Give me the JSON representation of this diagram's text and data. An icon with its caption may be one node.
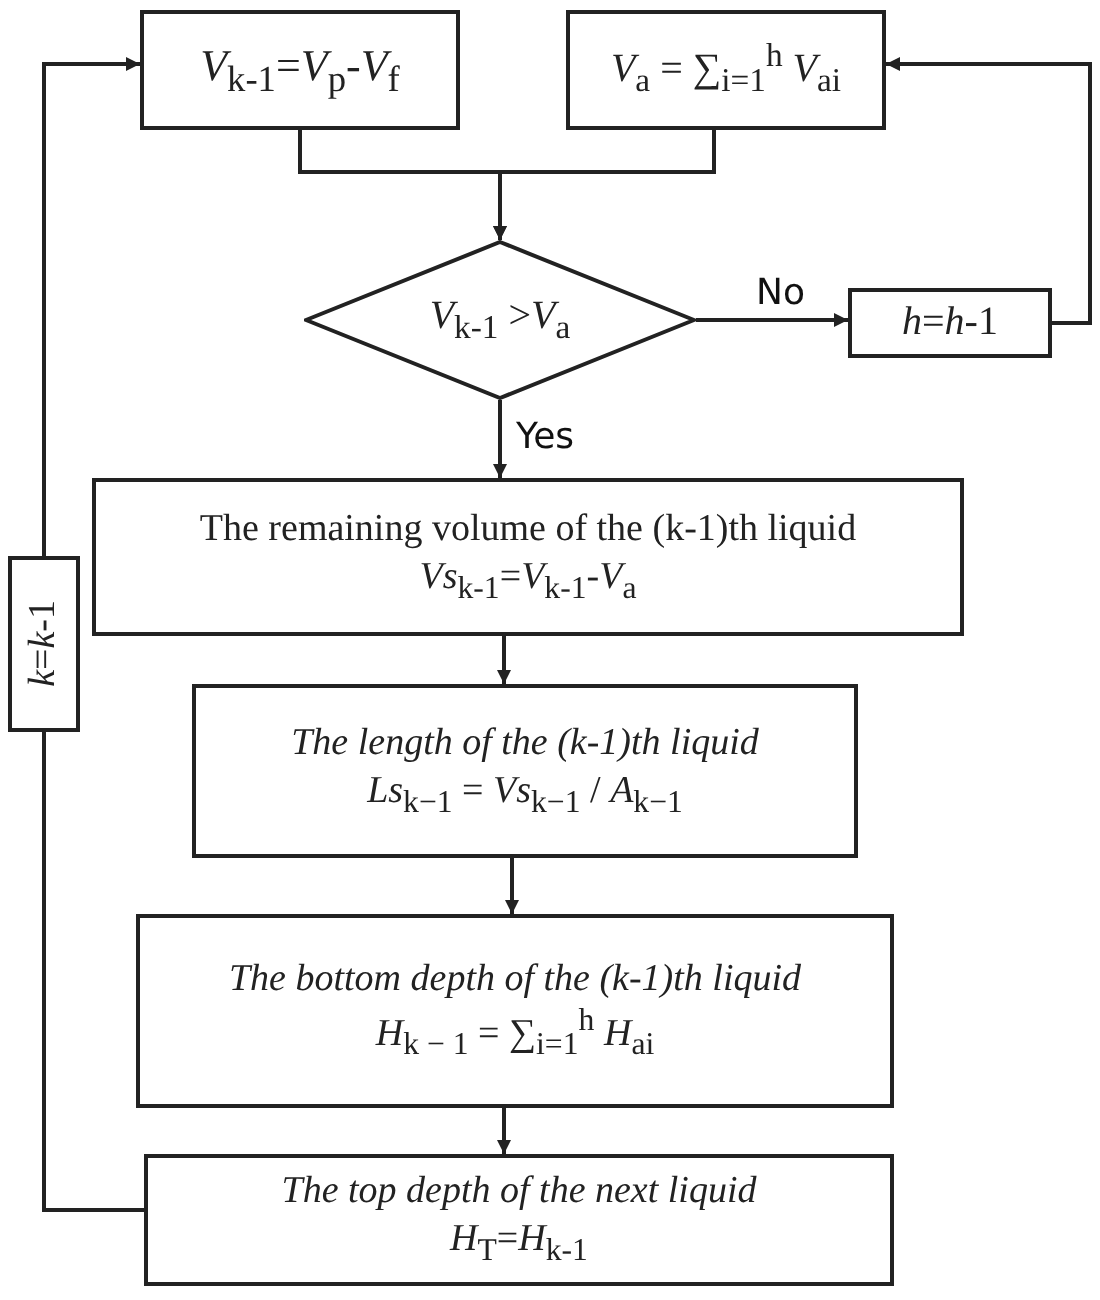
{
  "diagram": {
    "nodes": [
      {
        "text": [
          "*V*$_{k-1}$=*V*$_{p}$-*V*$_{f}$"
        ]
      },
      {
        "text": [
          "*V*$_{a}$ = ∑$_{i=1}$$^{h}$ *V*$_{ai}$"
        ]
      },
      {
        "text": [
          "*V*$_{k-1}$ >*V*$_{a}$"
        ]
      },
      {
        "text": [
          "*h*=*h*-1"
        ]
      },
      {
        "text": [
          "The remaining volume of the (k-1)th liquid",
          "*Vs*$_{k-1}$=*V*$_{k-1}$-*V*$_{a}$"
        ]
      },
      {
        "text": [
          "The length of the (k-1)th liquid",
          "*Ls*$_{k−1}$ = *Vs*$_{k−1}$ / *A*$_{k−1}$"
        ]
      },
      {
        "text": [
          "The bottom depth of the (k-1)th liquid",
          "*H*$_{k − 1}$ = ∑$_{i=1}$$^{h}$ *H*$_{ai}$"
        ]
      },
      {
        "text": [
          "The top depth of the next liquid",
          "*H*$_{T}$=*H*$_{k-1}$"
        ]
      },
      {
        "text": [
          "*k*=*k*-1"
        ]
      }
    ],
    "edges": [
      {
        "from": 0,
        "to": 2,
        "arrow": "to"
      },
      {
        "from": 1,
        "to": 2,
        "arrow": "to"
      },
      {
        "from": 2,
        "to": 3,
        "arrow": "to",
        "label": "No"
      },
      {
        "from": 3,
        "to": 1,
        "arrow": "to"
      },
      {
        "from": 2,
        "to": 4,
        "arrow": "to",
        "label": "Yes"
      },
      {
        "from": 4,
        "to": 5,
        "arrow": "to"
      },
      {
        "from": 5,
        "to": 6,
        "arrow": "to"
      },
      {
        "from": 6,
        "to": 7,
        "arrow": "to"
      },
      {
        "from": 7,
        "to": 8,
        "arrow": "none"
      },
      {
        "from": 8,
        "to": 0,
        "arrow": "to"
      }
    ]
  }
}
